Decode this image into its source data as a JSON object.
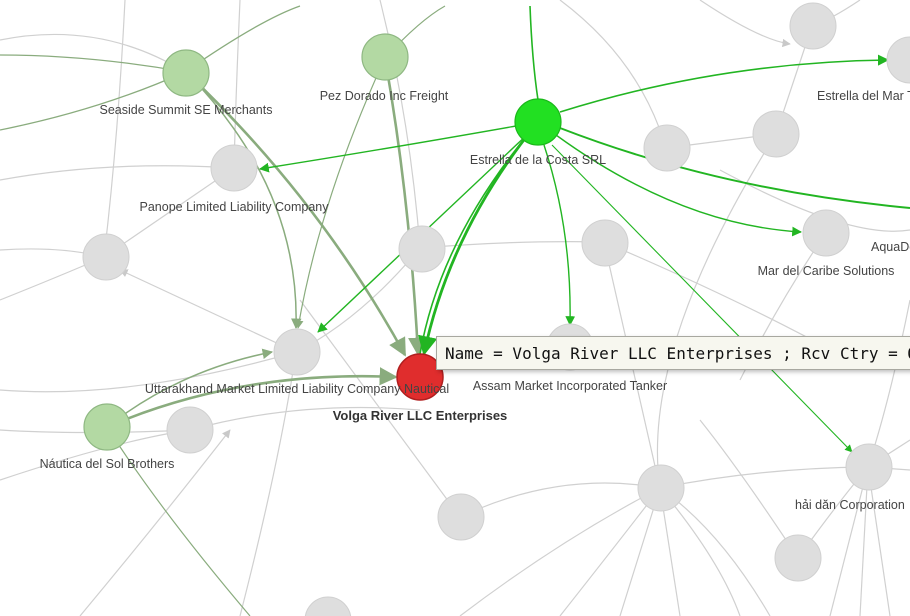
{
  "colors": {
    "selected_node": "#e02d2d",
    "hub_node": "#22e022",
    "neighbor_node": "#b3d9a3",
    "inactive_node": "#dedede",
    "hub_edge": "#22b522",
    "neighbor_edge": "#8aac7e",
    "inactive_edge": "#c9c9c9"
  },
  "nodes": {
    "selected": {
      "label": "Volga River LLC Enterprises",
      "color": "#e02d2d"
    },
    "hub": {
      "label": "Estrella de la Costa SRL"
    },
    "seaside": {
      "label": "Seaside Summit SE Merchants"
    },
    "pez": {
      "label": "Pez Dorado Inc Freight"
    },
    "nautica_sol": {
      "label": "Náutica del Sol Brothers"
    },
    "panope": {
      "label": "Panope Limited Liability Company"
    },
    "uttarakhand": {
      "label": "Uttarakhand  Market Limited Liability Company Nautical"
    },
    "assam": {
      "label": "Assam  Market Incorporated Tanker"
    },
    "mar_caribe": {
      "label": "Mar del Caribe Solutions"
    },
    "estrella_mar": {
      "label": "Estrella del Mar T"
    },
    "aquad": {
      "label": "AquaDe"
    },
    "hai_dan": {
      "label": "hải dăn Corporation"
    }
  },
  "tooltip": {
    "text": "Name = Volga River LLC Enterprises ; Rcv Ctry = Oceanus"
  }
}
